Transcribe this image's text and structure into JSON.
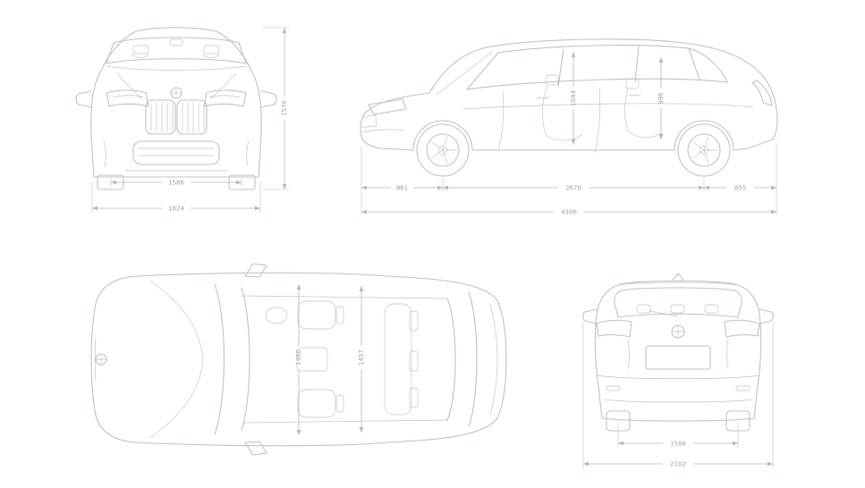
{
  "colors": {
    "line": "#bcc2ca",
    "dimension_line": "#b3bac3",
    "dimension_text": "#9aa2ac",
    "background": "#ffffff"
  },
  "front_view": {
    "overall_height": "1576",
    "track_width": "1586",
    "overall_width": "1824"
  },
  "side_view": {
    "front_overhang": "861",
    "wheelbase": "2670",
    "rear_overhang": "855",
    "overall_length": "4386",
    "front_interior_height": "1044",
    "rear_interior_height": "996"
  },
  "top_view": {
    "front_interior_width": "1460",
    "rear_interior_width": "1457"
  },
  "rear_view": {
    "rear_track": "1588",
    "overall_width": "2102"
  },
  "icons": {
    "brand_roundel": "bmw-roundel"
  }
}
